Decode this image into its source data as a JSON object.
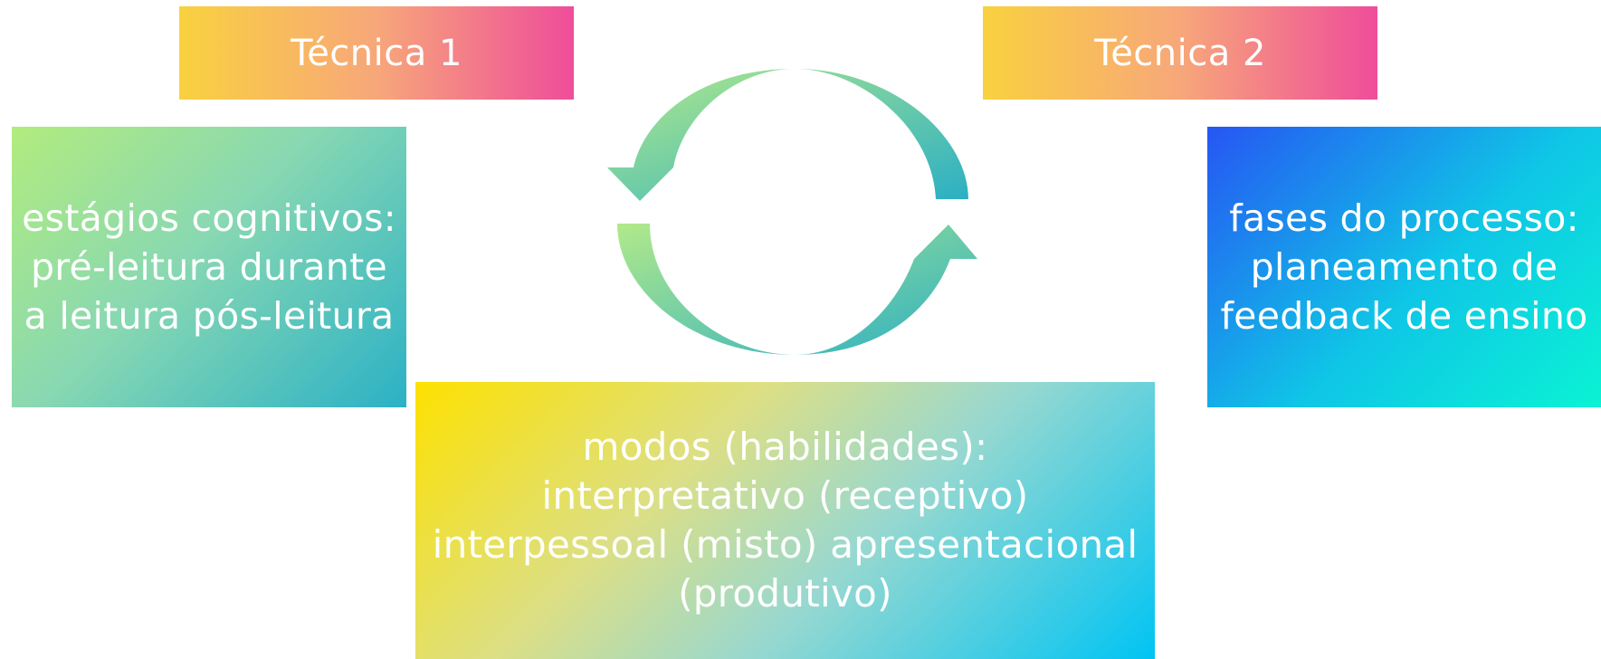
{
  "technique_labels": {
    "left": "Técnica 1",
    "right": "Técnica 2"
  },
  "left_box": {
    "lines": [
      "estágios cognitivos:",
      "pré-leitura durante",
      "a leitura pós-leitura"
    ]
  },
  "right_box": {
    "lines": [
      "fases do processo:",
      "planeamento de",
      "feedback de ensino"
    ]
  },
  "center_box": {
    "lines": [
      "modos (habilidades):",
      "interpretativo (receptivo)",
      "interpessoal (misto) apresentacional",
      "(produtivo)"
    ]
  },
  "cycle": {
    "icon": "circular-arrows-icon",
    "colors": [
      "#b2e98a",
      "#2aafc4"
    ]
  }
}
